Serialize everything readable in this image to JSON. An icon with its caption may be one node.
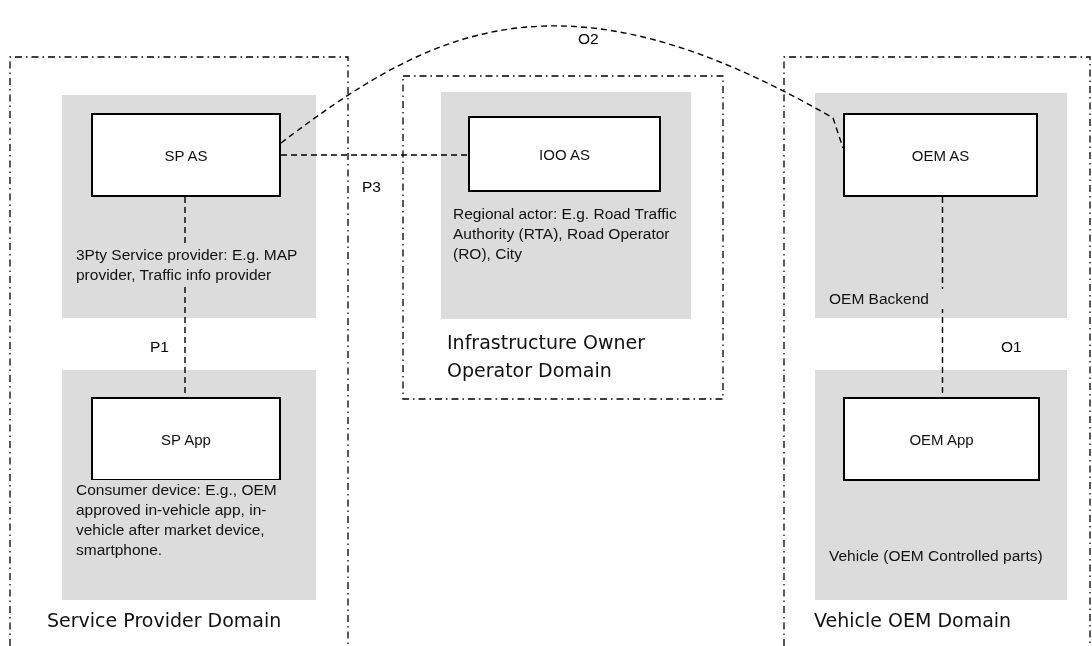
{
  "diagram": {
    "nodes": [
      {
        "text": [
          "Service Provider Domain"
        ]
      },
      {
        "text": [
          "3Pty Service provider: E.g. MAP provider, Traffic info provider"
        ],
        "in": 0
      },
      {
        "text": [
          "SP AS"
        ],
        "in": 1
      },
      {
        "text": [
          "Consumer device: E.g., OEM approved in-vehicle app, in-vehicle after market device, smartphone."
        ],
        "in": 0
      },
      {
        "text": [
          "SP App"
        ],
        "in": 3
      },
      {
        "text": [
          "Infrastructure Owner Operator Domain"
        ]
      },
      {
        "text": [
          "Regional actor: E.g. Road Traffic Authority (RTA), Road Operator (RO), City"
        ],
        "in": 5
      },
      {
        "text": [
          "IOO AS"
        ],
        "in": 6
      },
      {
        "text": [
          "Vehicle OEM  Domain"
        ]
      },
      {
        "text": [
          "OEM  Backend"
        ],
        "in": 8
      },
      {
        "text": [
          "OEM AS"
        ],
        "in": 9
      },
      {
        "text": [
          "Vehicle (OEM Controlled parts)"
        ],
        "in": 8
      },
      {
        "text": [
          "OEM App"
        ],
        "in": 11
      }
    ],
    "edges": [
      {
        "from": 2,
        "to": 4,
        "arrow": "none",
        "label": "P1",
        "style": "dashed"
      },
      {
        "from": 2,
        "to": 7,
        "arrow": "none",
        "label": "P3",
        "style": "dashed"
      },
      {
        "from": 2,
        "to": 10,
        "arrow": "none",
        "label": "O2",
        "style": "dashed"
      },
      {
        "from": 10,
        "to": 12,
        "arrow": "none",
        "label": "O1",
        "style": "dashed"
      }
    ]
  }
}
